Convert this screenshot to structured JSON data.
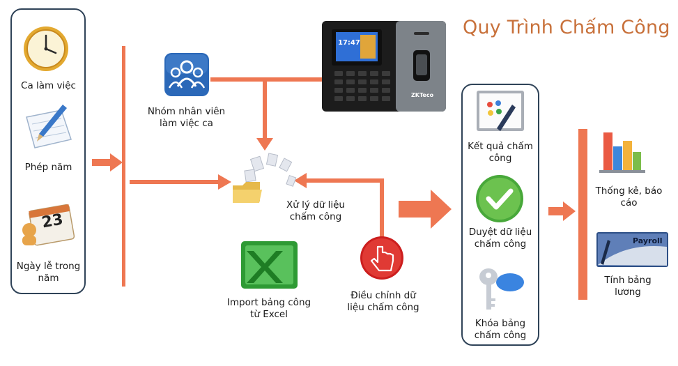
{
  "title": "Quy Trình Chấm Công",
  "left_group": {
    "shift": "Ca làm việc",
    "annual_leave": "Phép năm",
    "holiday": "Ngày lễ trong năm",
    "calendar_number": "23"
  },
  "middle": {
    "employee_group": "Nhóm nhân viên làm việc ca",
    "process_data": "Xử lý dữ liệu chấm công",
    "import_excel": "Import bảng công từ Excel",
    "adjust_data": "Điều chỉnh dữ liệu chấm công",
    "device_brand": "ZKTeco",
    "device_time": "17:47"
  },
  "right_group": {
    "result": "Kết quả chấm công",
    "approve": "Duyệt dữ liệu chấm công",
    "lock": "Khóa bảng chấm công"
  },
  "output": {
    "report": "Thống kê, báo cáo",
    "payroll": "Tính bảng lương",
    "payroll_card_text": "Payroll"
  },
  "colors": {
    "arrow": "#ee7752",
    "title": "#c8713b",
    "box_border": "#2f4358"
  }
}
